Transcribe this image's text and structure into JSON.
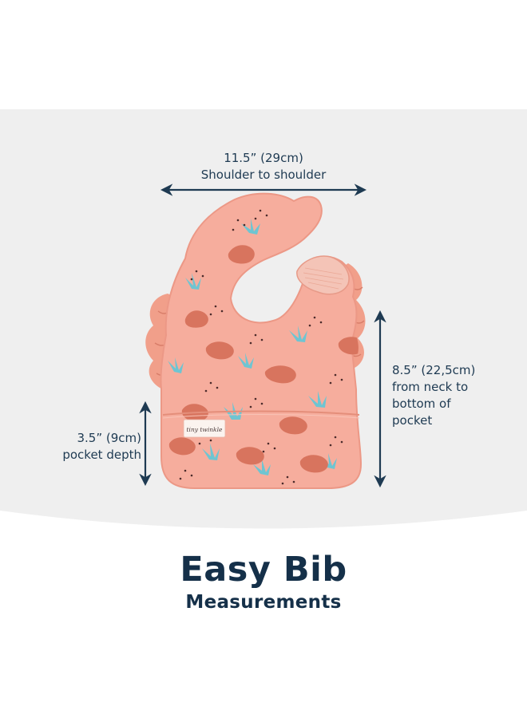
{
  "measurements": {
    "width": {
      "value": "11.5” (29cm)",
      "description": "Shoulder to shoulder"
    },
    "height": {
      "value": "8.5” (22,5cm)",
      "description_lines": [
        "from neck to",
        "bottom of",
        "pocket"
      ]
    },
    "pocket": {
      "value": "3.5” (9cm)",
      "description": "pocket depth"
    }
  },
  "product": {
    "label_text": "tiny twinkle",
    "pattern": "pink bib with leopards and teal plant leaves"
  },
  "title": {
    "main": "Easy Bib",
    "sub": "Measurements"
  },
  "colors": {
    "background_band": "#efefef",
    "text": "#1e3a52",
    "title": "#153049",
    "bib": "#f6ad9d",
    "bib_edge": "#ef9f8c",
    "leopard": "#d8745e",
    "leaf": "#6ec5d2"
  }
}
